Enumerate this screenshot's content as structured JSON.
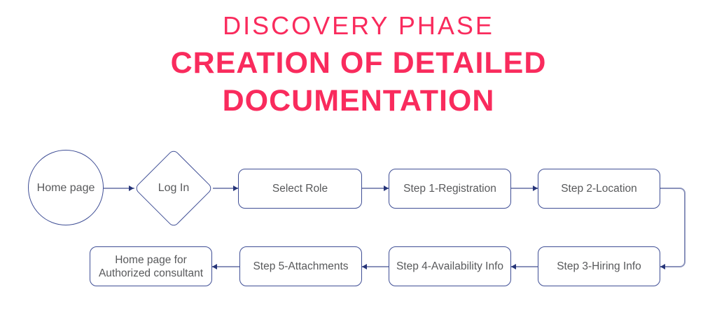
{
  "title": {
    "eyebrow": "DISCOVERY PHASE",
    "heading_line1": "CREATION OF DETAILED",
    "heading_line2": "DOCUMENTATION"
  },
  "colors": {
    "accent_pink": "#F92B5D",
    "node_border": "#3F4E95",
    "connector_line": "#8A92BB",
    "arrowhead": "#273579",
    "node_text": "#58595B",
    "background": "#FFFFFF"
  },
  "flowchart": {
    "nodes": [
      {
        "id": "home-page",
        "shape": "circle",
        "label": "Home page"
      },
      {
        "id": "log-in",
        "shape": "diamond",
        "label": "Log In"
      },
      {
        "id": "select-role",
        "shape": "rounded-rect",
        "label": "Select Role"
      },
      {
        "id": "step-1",
        "shape": "rounded-rect",
        "label": "Step 1-Registration"
      },
      {
        "id": "step-2",
        "shape": "rounded-rect",
        "label": "Step 2-Location"
      },
      {
        "id": "step-3",
        "shape": "rounded-rect",
        "label": "Step 3-Hiring Info"
      },
      {
        "id": "step-4",
        "shape": "rounded-rect",
        "label": "Step 4-Availability Info"
      },
      {
        "id": "step-5",
        "shape": "rounded-rect",
        "label": "Step 5-Attachments"
      },
      {
        "id": "home-page-authorized",
        "shape": "rounded-rect",
        "label_line1": "Home page for",
        "label_line2": "Authorized consultant"
      }
    ],
    "edges": [
      {
        "from": "home-page",
        "to": "log-in"
      },
      {
        "from": "log-in",
        "to": "select-role"
      },
      {
        "from": "select-role",
        "to": "step-1"
      },
      {
        "from": "step-1",
        "to": "step-2"
      },
      {
        "from": "step-2",
        "to": "step-3"
      },
      {
        "from": "step-3",
        "to": "step-4"
      },
      {
        "from": "step-4",
        "to": "step-5"
      },
      {
        "from": "step-5",
        "to": "home-page-authorized"
      }
    ]
  }
}
